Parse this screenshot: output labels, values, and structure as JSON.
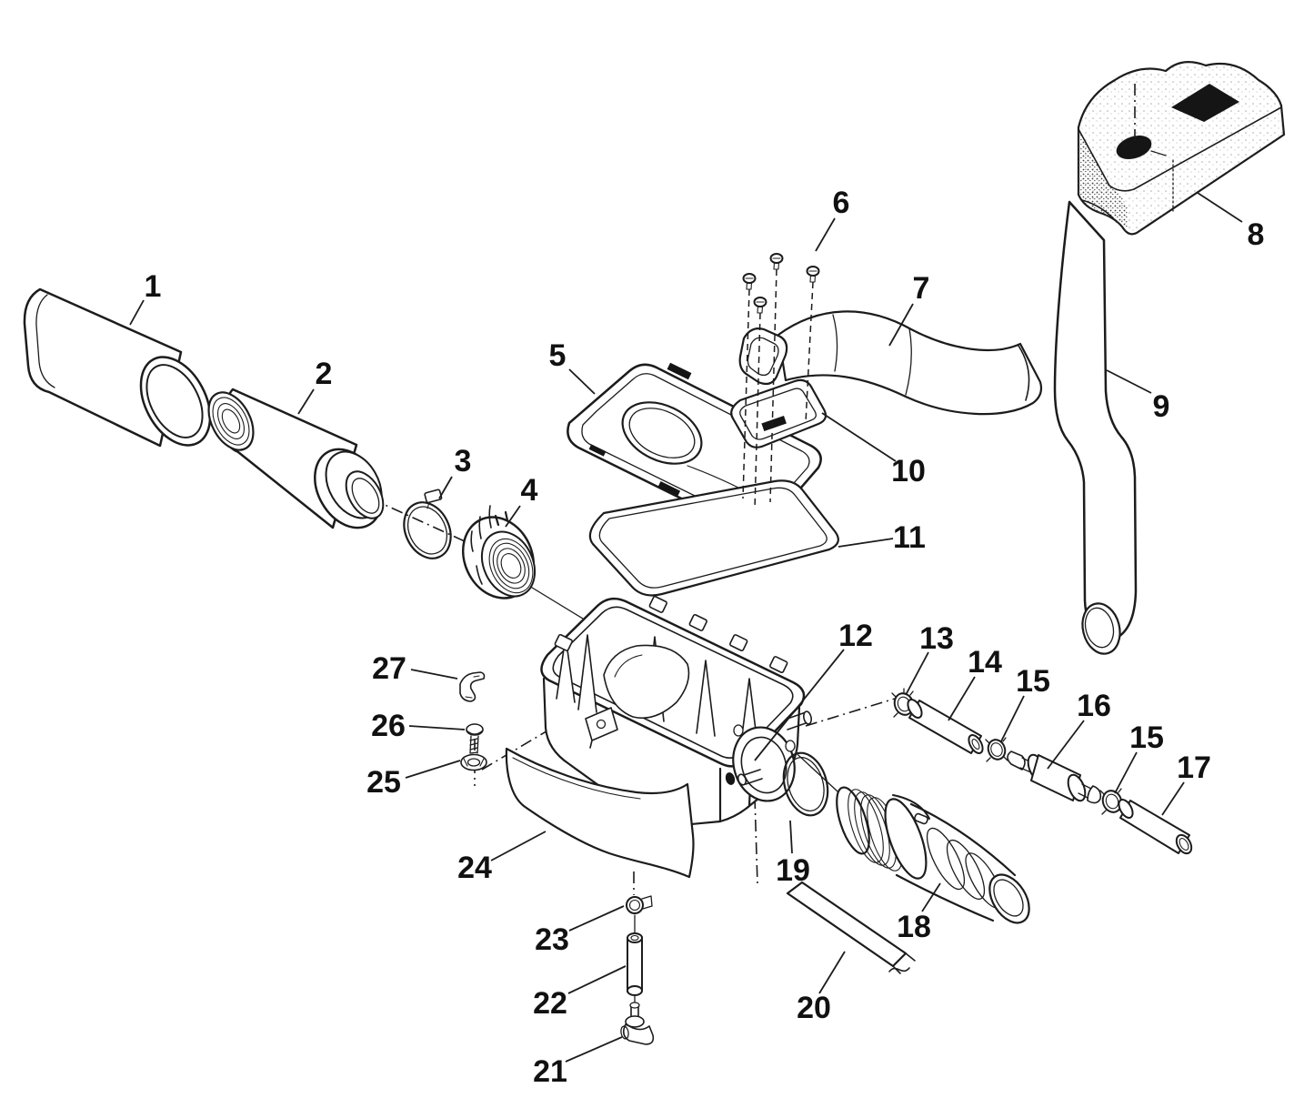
{
  "diagram": {
    "background_color": "#ffffff",
    "line_color": "#1c1c1c",
    "callouts": [
      {
        "id": "1",
        "label": "1"
      },
      {
        "id": "2",
        "label": "2"
      },
      {
        "id": "3",
        "label": "3"
      },
      {
        "id": "4",
        "label": "4"
      },
      {
        "id": "5",
        "label": "5"
      },
      {
        "id": "6",
        "label": "6"
      },
      {
        "id": "7",
        "label": "7"
      },
      {
        "id": "8",
        "label": "8"
      },
      {
        "id": "9",
        "label": "9"
      },
      {
        "id": "10",
        "label": "10"
      },
      {
        "id": "11",
        "label": "11"
      },
      {
        "id": "12",
        "label": "12"
      },
      {
        "id": "13",
        "label": "13"
      },
      {
        "id": "14",
        "label": "14"
      },
      {
        "id": "15a",
        "label": "15"
      },
      {
        "id": "16",
        "label": "16"
      },
      {
        "id": "15b",
        "label": "15"
      },
      {
        "id": "17",
        "label": "17"
      },
      {
        "id": "18",
        "label": "18"
      },
      {
        "id": "19",
        "label": "19"
      },
      {
        "id": "20",
        "label": "20"
      },
      {
        "id": "21",
        "label": "21"
      },
      {
        "id": "22",
        "label": "22"
      },
      {
        "id": "23",
        "label": "23"
      },
      {
        "id": "24",
        "label": "24"
      },
      {
        "id": "25",
        "label": "25"
      },
      {
        "id": "26",
        "label": "26"
      },
      {
        "id": "27",
        "label": "27"
      }
    ]
  }
}
